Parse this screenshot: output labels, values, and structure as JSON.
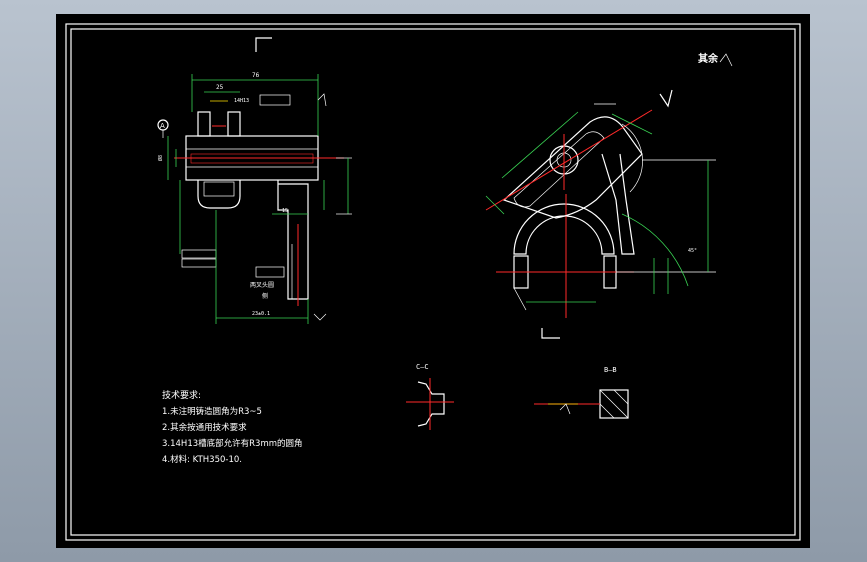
{
  "drawing": {
    "roughness_note": "其余",
    "section_labels": {
      "cc": "C—C",
      "bb": "B—B"
    },
    "tech_requirements": {
      "title": "技术要求:",
      "items": [
        "1.未注明铸造圆角为R3~5",
        "2.其余按通用技术要求",
        "3.14H13槽底部允许有R3mm的圆角",
        "4.材料: KTH350-10."
      ]
    },
    "note_box": {
      "line1": "两叉头圆",
      "line2": "侧"
    },
    "datum_label": "A",
    "dimension_labels": {
      "overall": "76",
      "inner": "25",
      "top_tol": "14H13",
      "small": "15",
      "left_vert": "Ø8",
      "bottom": "23±0.1",
      "right_angle": "45°"
    }
  },
  "colors": {
    "sheet_background": "#000000",
    "outline": "#ffffff",
    "centerline": "#ff2a2a",
    "dimension_green": "#39d353",
    "dimension_yellow": "#ffe000"
  }
}
